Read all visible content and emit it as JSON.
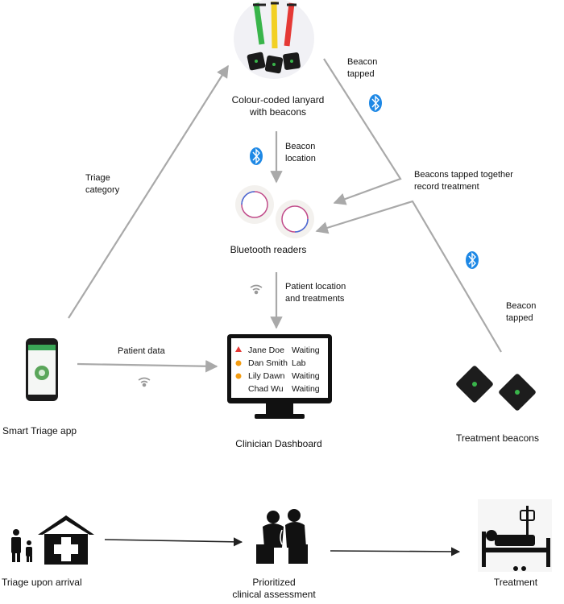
{
  "nodes": {
    "lanyard": {
      "label_line1": "Colour-coded lanyard",
      "label_line2": "with beacons"
    },
    "readers": {
      "label": "Bluetooth readers"
    },
    "app": {
      "label": "Smart Triage app"
    },
    "dashboard": {
      "label": "Clinician Dashboard"
    },
    "beacons": {
      "label": "Treatment beacons"
    }
  },
  "edges": {
    "triage_category": {
      "line1": "Triage",
      "line2": "category"
    },
    "beacon_location": {
      "line1": "Beacon",
      "line2": "location"
    },
    "beacon_tapped_top": {
      "line1": "Beacon",
      "line2": "tapped"
    },
    "beacons_tapped_together": {
      "line1": "Beacons tapped together",
      "line2": "record treatment"
    },
    "patient_location": {
      "line1": "Patient location",
      "line2": "and treatments"
    },
    "beacon_tapped_right": {
      "line1": "Beacon",
      "line2": "tapped"
    },
    "patient_data": {
      "label": "Patient data"
    }
  },
  "dashboard": {
    "rows": [
      {
        "name": "Jane Doe",
        "status": "Waiting",
        "alert": "warning"
      },
      {
        "name": "Dan Smith",
        "status": "Lab",
        "alert": "info"
      },
      {
        "name": "Lily Dawn",
        "status": "Waiting",
        "alert": "info"
      },
      {
        "name": "Chad Wu",
        "status": "Waiting",
        "alert": "none"
      }
    ]
  },
  "workflow": {
    "step1": "Triage upon arrival",
    "step2_line1": "Prioritized",
    "step2_line2": "clinical assessment",
    "step3": "Treatment"
  },
  "colors": {
    "arrow": "#a9a9a9",
    "bluetooth": "#1e88e5",
    "lanyard_green": "#39b54a",
    "lanyard_yellow": "#f2d024",
    "lanyard_red": "#e53935",
    "warning": "#e53935",
    "info": "#f39c12"
  }
}
